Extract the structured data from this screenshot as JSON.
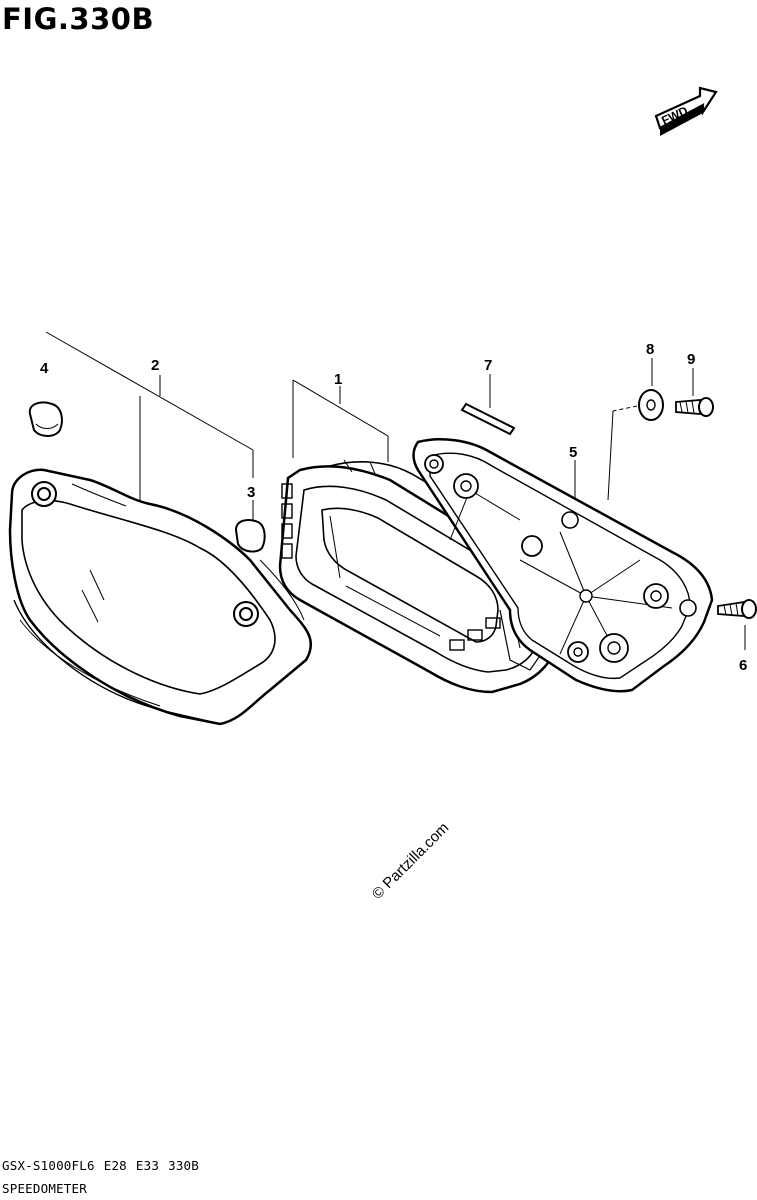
{
  "figure": {
    "title": "FIG.330B",
    "fwd_label": "FWD",
    "watermark": "© Partzilla.com"
  },
  "callouts": [
    "1",
    "2",
    "3",
    "4",
    "5",
    "6",
    "7",
    "8",
    "9"
  ],
  "footer": {
    "model": "GSX-S1000FL6",
    "region_1": "E28",
    "region_2": "E33",
    "fig_code": "330B",
    "section": "SPEEDOMETER"
  }
}
